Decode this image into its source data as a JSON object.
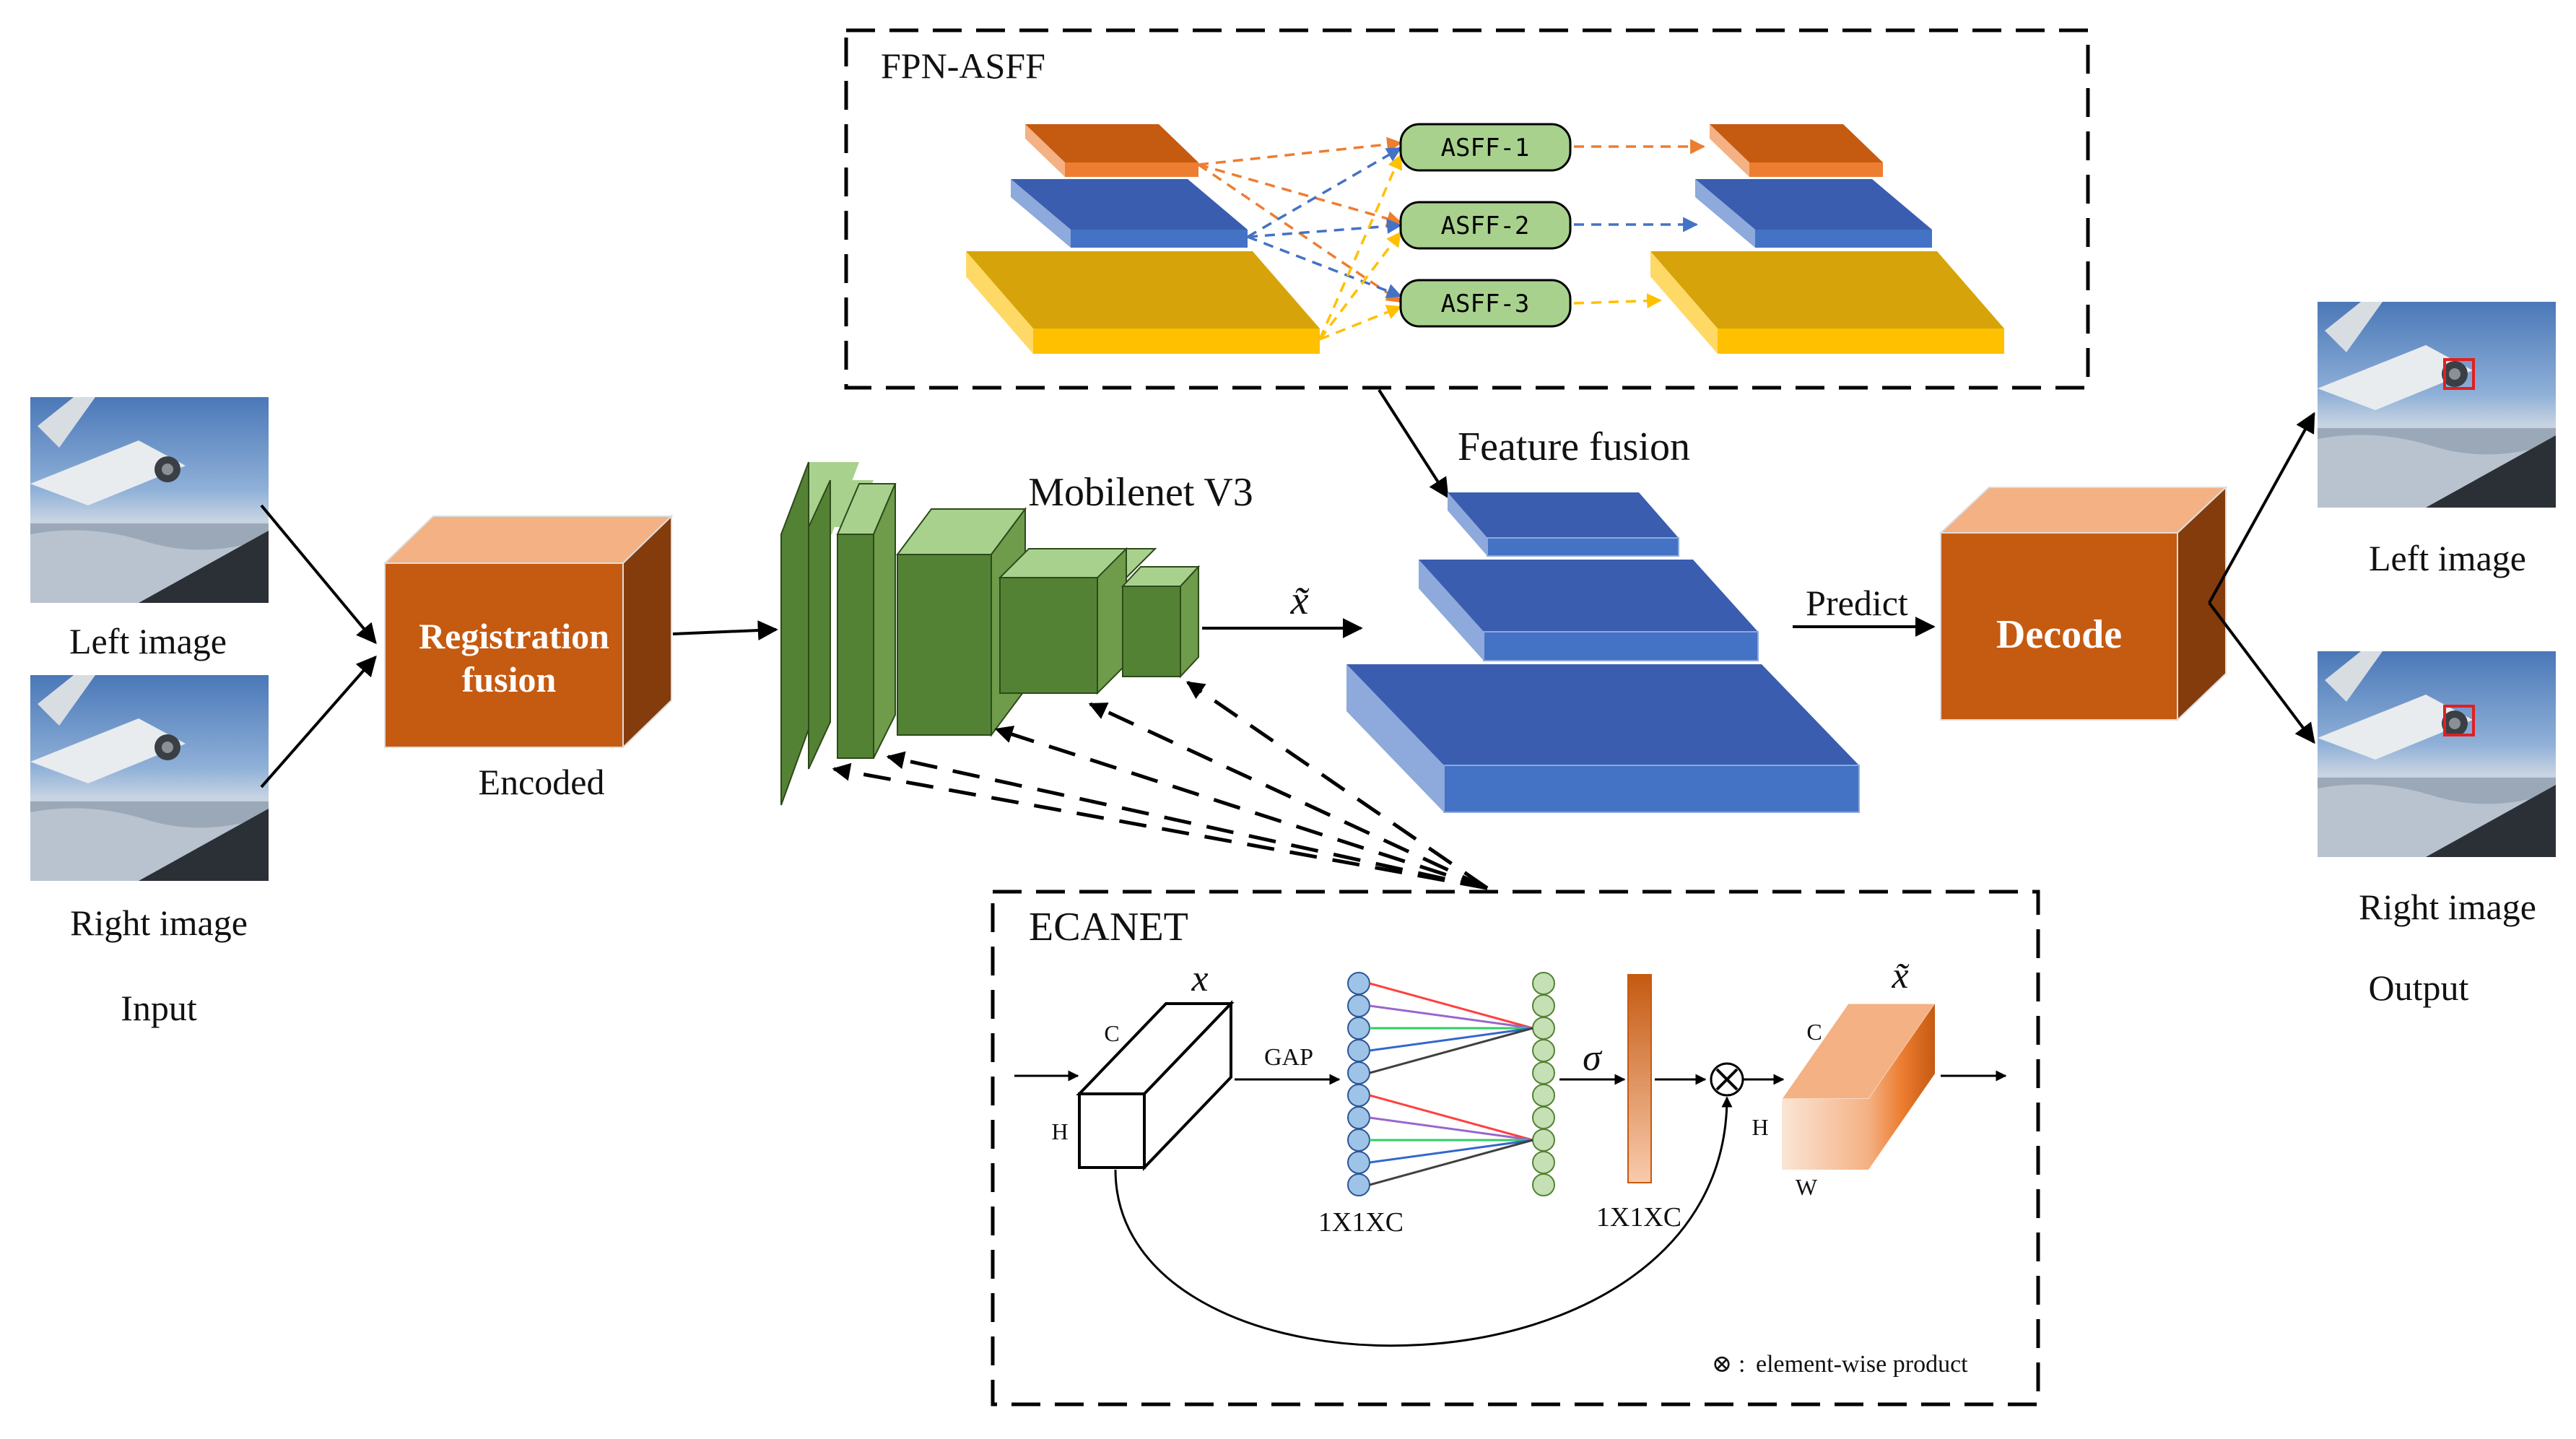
{
  "input": {
    "left_image_label": "Left image",
    "right_image_label": "Right image",
    "caption": "Input"
  },
  "registration": {
    "line1": "Registration",
    "line2": "fusion",
    "encoded_label": "Encoded"
  },
  "backbone": {
    "label": "Mobilenet V3",
    "output_symbol": "x̃"
  },
  "fpn_asff": {
    "title": "FPN-ASFF",
    "modules": [
      "ASFF-1",
      "ASFF-2",
      "ASFF-3"
    ]
  },
  "feature_fusion": {
    "label": "Feature fusion",
    "predict_label": "Predict"
  },
  "decode": {
    "label": "Decode"
  },
  "output": {
    "left_image_label": "Left image",
    "right_image_label": "Right image",
    "caption": "Output"
  },
  "ecanet": {
    "title": "ECANET",
    "input_symbol": "x",
    "dim_c": "C",
    "dim_h": "H",
    "gap_label": "GAP",
    "vector_label_1": "1X1XC",
    "vector_label_2": "1X1XC",
    "sigma_symbol": "σ",
    "output_symbol": "x̃",
    "out_dim_c": "C",
    "out_dim_h": "H",
    "out_dim_w": "W",
    "product_symbol": "⊗",
    "legend": "element-wise product"
  },
  "colors": {
    "orange_front": "#C55A11",
    "orange_top": "#F4B183",
    "orange_side": "#843C0C",
    "green_front": "#548235",
    "green_top": "#A9D18E",
    "blue_face": "#3A5DB0",
    "blue_light": "#8EA9DB",
    "gold_face": "#D6A40A",
    "yellow_front": "#FFC000",
    "asff_green": "#A9D18E",
    "arrow_orange": "#ED7D31",
    "arrow_blue": "#4472C4",
    "arrow_yellow": "#FFC000"
  }
}
